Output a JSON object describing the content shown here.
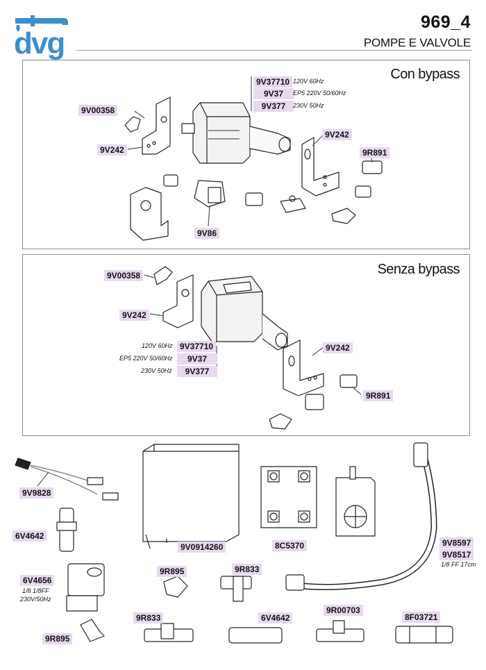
{
  "header": {
    "logo_text": "dvg",
    "page_number": "969_4",
    "page_title": "POMPE E VALVOLE"
  },
  "colors": {
    "logo_blue": "#3b8fd1",
    "code_bg": "#e7d9ef",
    "frame": "#8a8a8a"
  },
  "sections": {
    "with_bypass": {
      "title": "Con bypass",
      "pump_codes": [
        {
          "code": "9V37710",
          "spec": "120V 60Hz"
        },
        {
          "code": "9V37",
          "spec": "EP5  220V 50/60Hz"
        },
        {
          "code": "9V377",
          "spec": "230V 50Hz"
        }
      ],
      "labels": [
        "9V00358",
        "9V242",
        "9V242",
        "9R891",
        "9V86"
      ]
    },
    "without_bypass": {
      "title": "Senza bypass",
      "pump_codes": [
        {
          "code": "9V37710",
          "spec": "120V 60Hz"
        },
        {
          "code": "9V37",
          "spec": "EP5  220V 50/60Hz"
        },
        {
          "code": "9V377",
          "spec": "230V 50Hz"
        }
      ],
      "labels": [
        "9V00358",
        "9V242",
        "9V242",
        "9R891"
      ]
    }
  },
  "parts": {
    "p9V9828": "9V9828",
    "p6V4642a": "6V4642",
    "p6V4656": "6V4656",
    "p6V4656_spec1": "1/8 1/8FF",
    "p6V4656_spec2": "230V/50Hz",
    "p9V0914260": "9V0914260",
    "p8C5370": "8C5370",
    "p9V8597": "9V8597",
    "p9V8517": "9V8517",
    "p9V8517_spec": "1/8 FF 17cm",
    "p9R895a": "9R895",
    "p9R833a": "9R833",
    "p9R833b": "9R833",
    "p6V4642b": "6V4642",
    "p9R00703": "9R00703",
    "p8F03721": "8F03721",
    "p9R895b": "9R895"
  }
}
